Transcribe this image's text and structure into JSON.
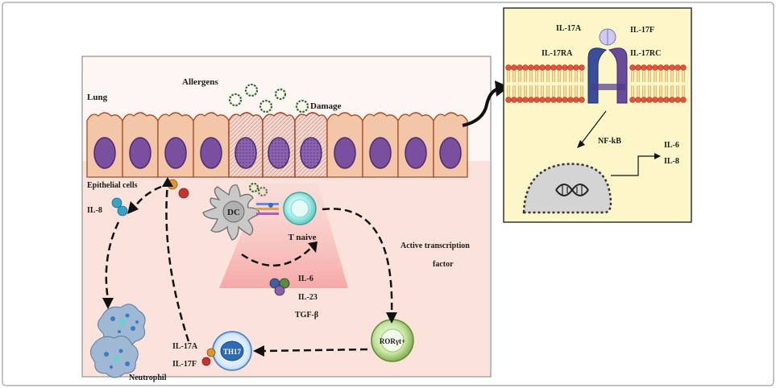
{
  "labels": {
    "lung": "Lung",
    "allergens": "Allergens",
    "damage": "Damage",
    "epithelial_cells": "Epithelial cells",
    "il8_left": "IL-8",
    "dc": "DC",
    "t_naive": "T naive",
    "active_transcription_line1": "Active transcription",
    "active_transcription_line2": "factor",
    "il6_mid": "IL-6",
    "il23": "IL-23",
    "tgf_beta": "TGF-β",
    "roryt": "RORγt+",
    "th17": "TH17",
    "il17a_left": "IL-17A",
    "il17f_left": "IL-17F",
    "neutrophil": "Neutrophil",
    "il17a_inset": "IL-17A",
    "il17f_inset": "IL-17F",
    "il17ra": "IL-17RA",
    "il17rc": "IL-17RC",
    "nfkb": "NF-kB",
    "il6_inset": "IL-6",
    "il8_inset": "IL-8"
  },
  "colors": {
    "tissue_bg": "#fbe3dc",
    "inset_bg": "#fdf6c8",
    "epithelium": "#f2c6a6",
    "epithelium_border": "#b0502c",
    "nucleus": "#7a4fa0",
    "damaged_cell": "#f6d8cf",
    "dc_cell": "#c8c8c8",
    "t_naive": "#9ee8e0",
    "roryt_cell": "#8fbf54",
    "th17_cell": "#4a90d9",
    "neutrophil": "#8aa8c8",
    "membrane_head": "#e5533a",
    "receptor_a": "#3a4f9a",
    "receptor_c": "#6a4a9a",
    "il17_ball": "#c7c4ec",
    "nucleus_inset": "#d4d4d4"
  }
}
